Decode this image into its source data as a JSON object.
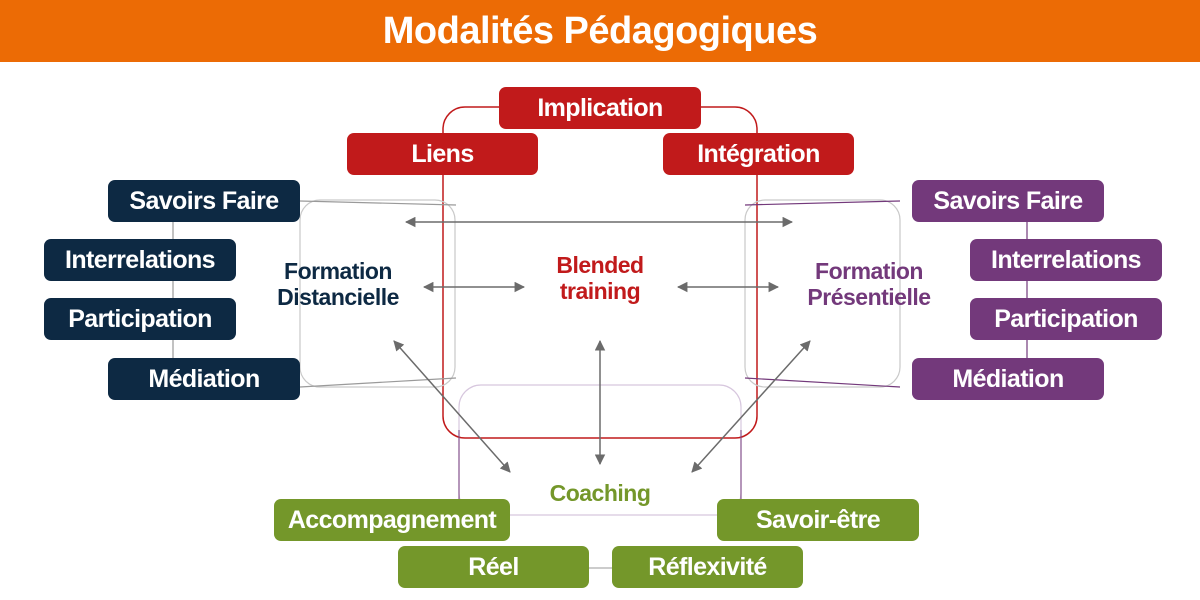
{
  "title": "Modalités Pédagogiques",
  "colors": {
    "header": "#ec6b05",
    "blended": "#c11a1b",
    "distanciel": "#0d2943",
    "presentiel": "#73397b",
    "coaching": "#74972a",
    "arrows": "#6b6b6b"
  },
  "blended": {
    "label_line1": "Blended",
    "label_line2": "training",
    "items": [
      "Implication",
      "Liens",
      "Intégration"
    ]
  },
  "distanciel": {
    "label_line1": "Formation",
    "label_line2": "Distancielle",
    "items": [
      "Savoirs Faire",
      "Interrelations",
      "Participation",
      "Médiation"
    ]
  },
  "presentiel": {
    "label_line1": "Formation",
    "label_line2": "Présentielle",
    "items": [
      "Savoirs Faire",
      "Interrelations",
      "Participation",
      "Médiation"
    ]
  },
  "coaching": {
    "label": "Coaching",
    "items": [
      "Accompagnement",
      "Réel",
      "Savoir-être",
      "Réflexivité"
    ]
  }
}
